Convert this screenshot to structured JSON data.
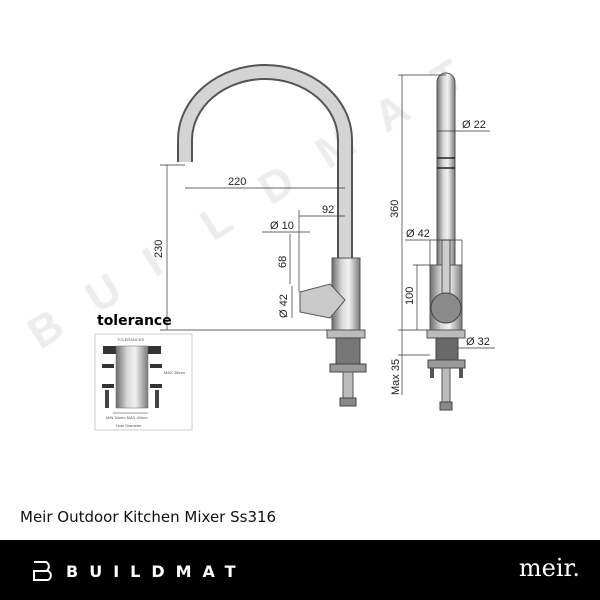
{
  "product_title": "Meir Outdoor Kitchen Mixer Ss316",
  "watermark": "BUILDMAT",
  "footer": {
    "brand_text": "BUILDMAT",
    "partner_logo": "meir."
  },
  "tolerance": {
    "label": "tolerance",
    "inset_title": "TOLERANCES",
    "max_depth": "MAX 35mm",
    "hole_range": "MIN 34mm  MAX 42mm",
    "hole_caption": "Hole Diameter"
  },
  "front_view": {
    "reach": "220",
    "lever_offset": "92",
    "height": "230",
    "lever_dia": "Ø 10",
    "lever_len": "68",
    "body_dia": "Ø 42"
  },
  "side_view": {
    "total_height": "360",
    "spout_dia": "Ø 22",
    "body_dia": "Ø 42",
    "body_height": "100",
    "shank_dia": "Ø 32",
    "max_bench": "Max 35"
  },
  "colors": {
    "footer_bg": "#000000",
    "steel": "#9a9a9a"
  }
}
